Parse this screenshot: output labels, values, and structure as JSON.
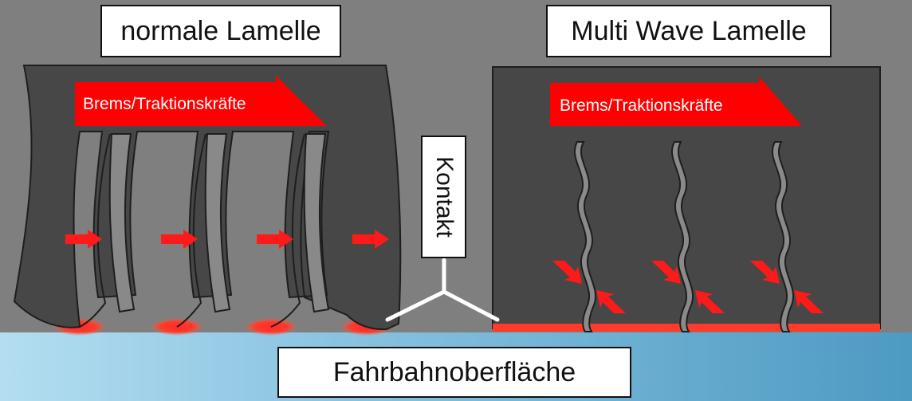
{
  "titles": {
    "left": "normale Lamelle",
    "right": "Multi Wave Lamelle"
  },
  "force_label_left": "Brems/Traktionskräfte",
  "force_label_right": "Brems/Traktionskräfte",
  "contact_label": "Kontakt",
  "road_label": "Fahrbahnoberfläche",
  "colors": {
    "background": "#7f7f7f",
    "tread_block": "#464646",
    "force_arrow": "#ff0000",
    "road_light": "#a9d9ee",
    "road_dark": "#4d9ac2",
    "sipe_fill": "#8a8a8a"
  }
}
